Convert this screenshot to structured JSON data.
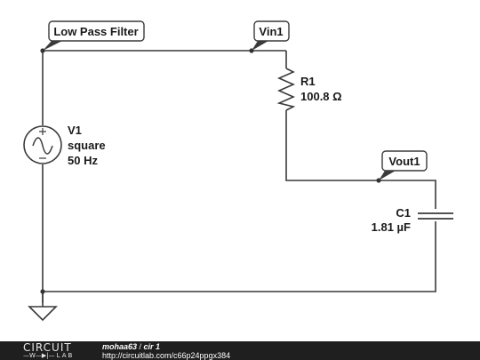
{
  "circuit": {
    "nodes": {
      "low_pass": "Low Pass Filter",
      "vin": "Vin1",
      "vout": "Vout1"
    },
    "source": {
      "name": "V1",
      "waveform": "square",
      "frequency": "50 Hz"
    },
    "resistor": {
      "name": "R1",
      "value": "100.8 Ω"
    },
    "capacitor": {
      "name": "C1",
      "value": "1.81 µF"
    }
  },
  "footer": {
    "logo_top": "CIRCUIT",
    "logo_symbol": "—W—▶|—",
    "logo_bottom": "LAB",
    "author": "mohaa63",
    "separator": " / ",
    "circuit_name": "cir 1",
    "url": "http://circuitlab.com/c66p24ppgx384"
  },
  "colors": {
    "wire": "#3a3a3a",
    "footer_bg": "#1f1f1f"
  }
}
